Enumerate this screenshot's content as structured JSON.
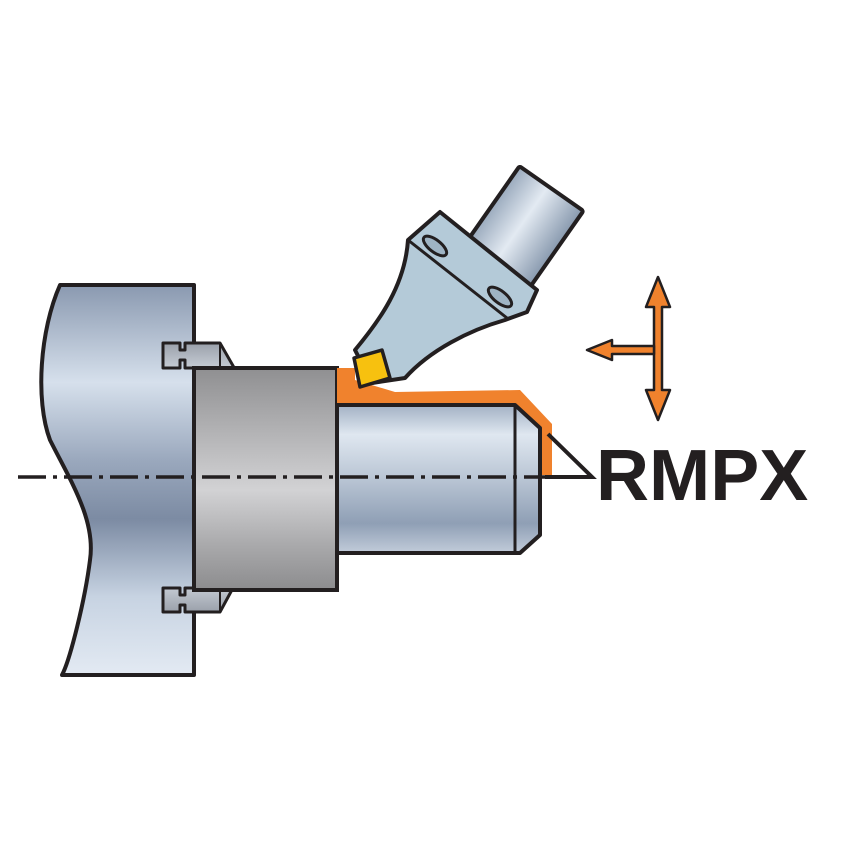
{
  "diagram": {
    "label": "RMPX",
    "colors": {
      "outline": "#231f20",
      "orange": "#f0822d",
      "insert_yellow": "#f7c10f",
      "holder_blue": "#b4cad8",
      "chuck_blue_light": "#d5dfec",
      "chuck_blue_dark": "#7f8ea6",
      "body_gray_light": "#c9c9cb",
      "body_gray_dark": "#8d8d8f",
      "workpiece_light": "#dfe6ef",
      "workpiece_dark": "#8e9db3"
    },
    "parts": [
      "chuck",
      "upper-jaw",
      "lower-jaw",
      "adapter-body",
      "workpiece",
      "cutting-path",
      "tool-holder",
      "tool-shank",
      "insert",
      "feed-direction-arrows",
      "centerline",
      "leader-line"
    ]
  }
}
